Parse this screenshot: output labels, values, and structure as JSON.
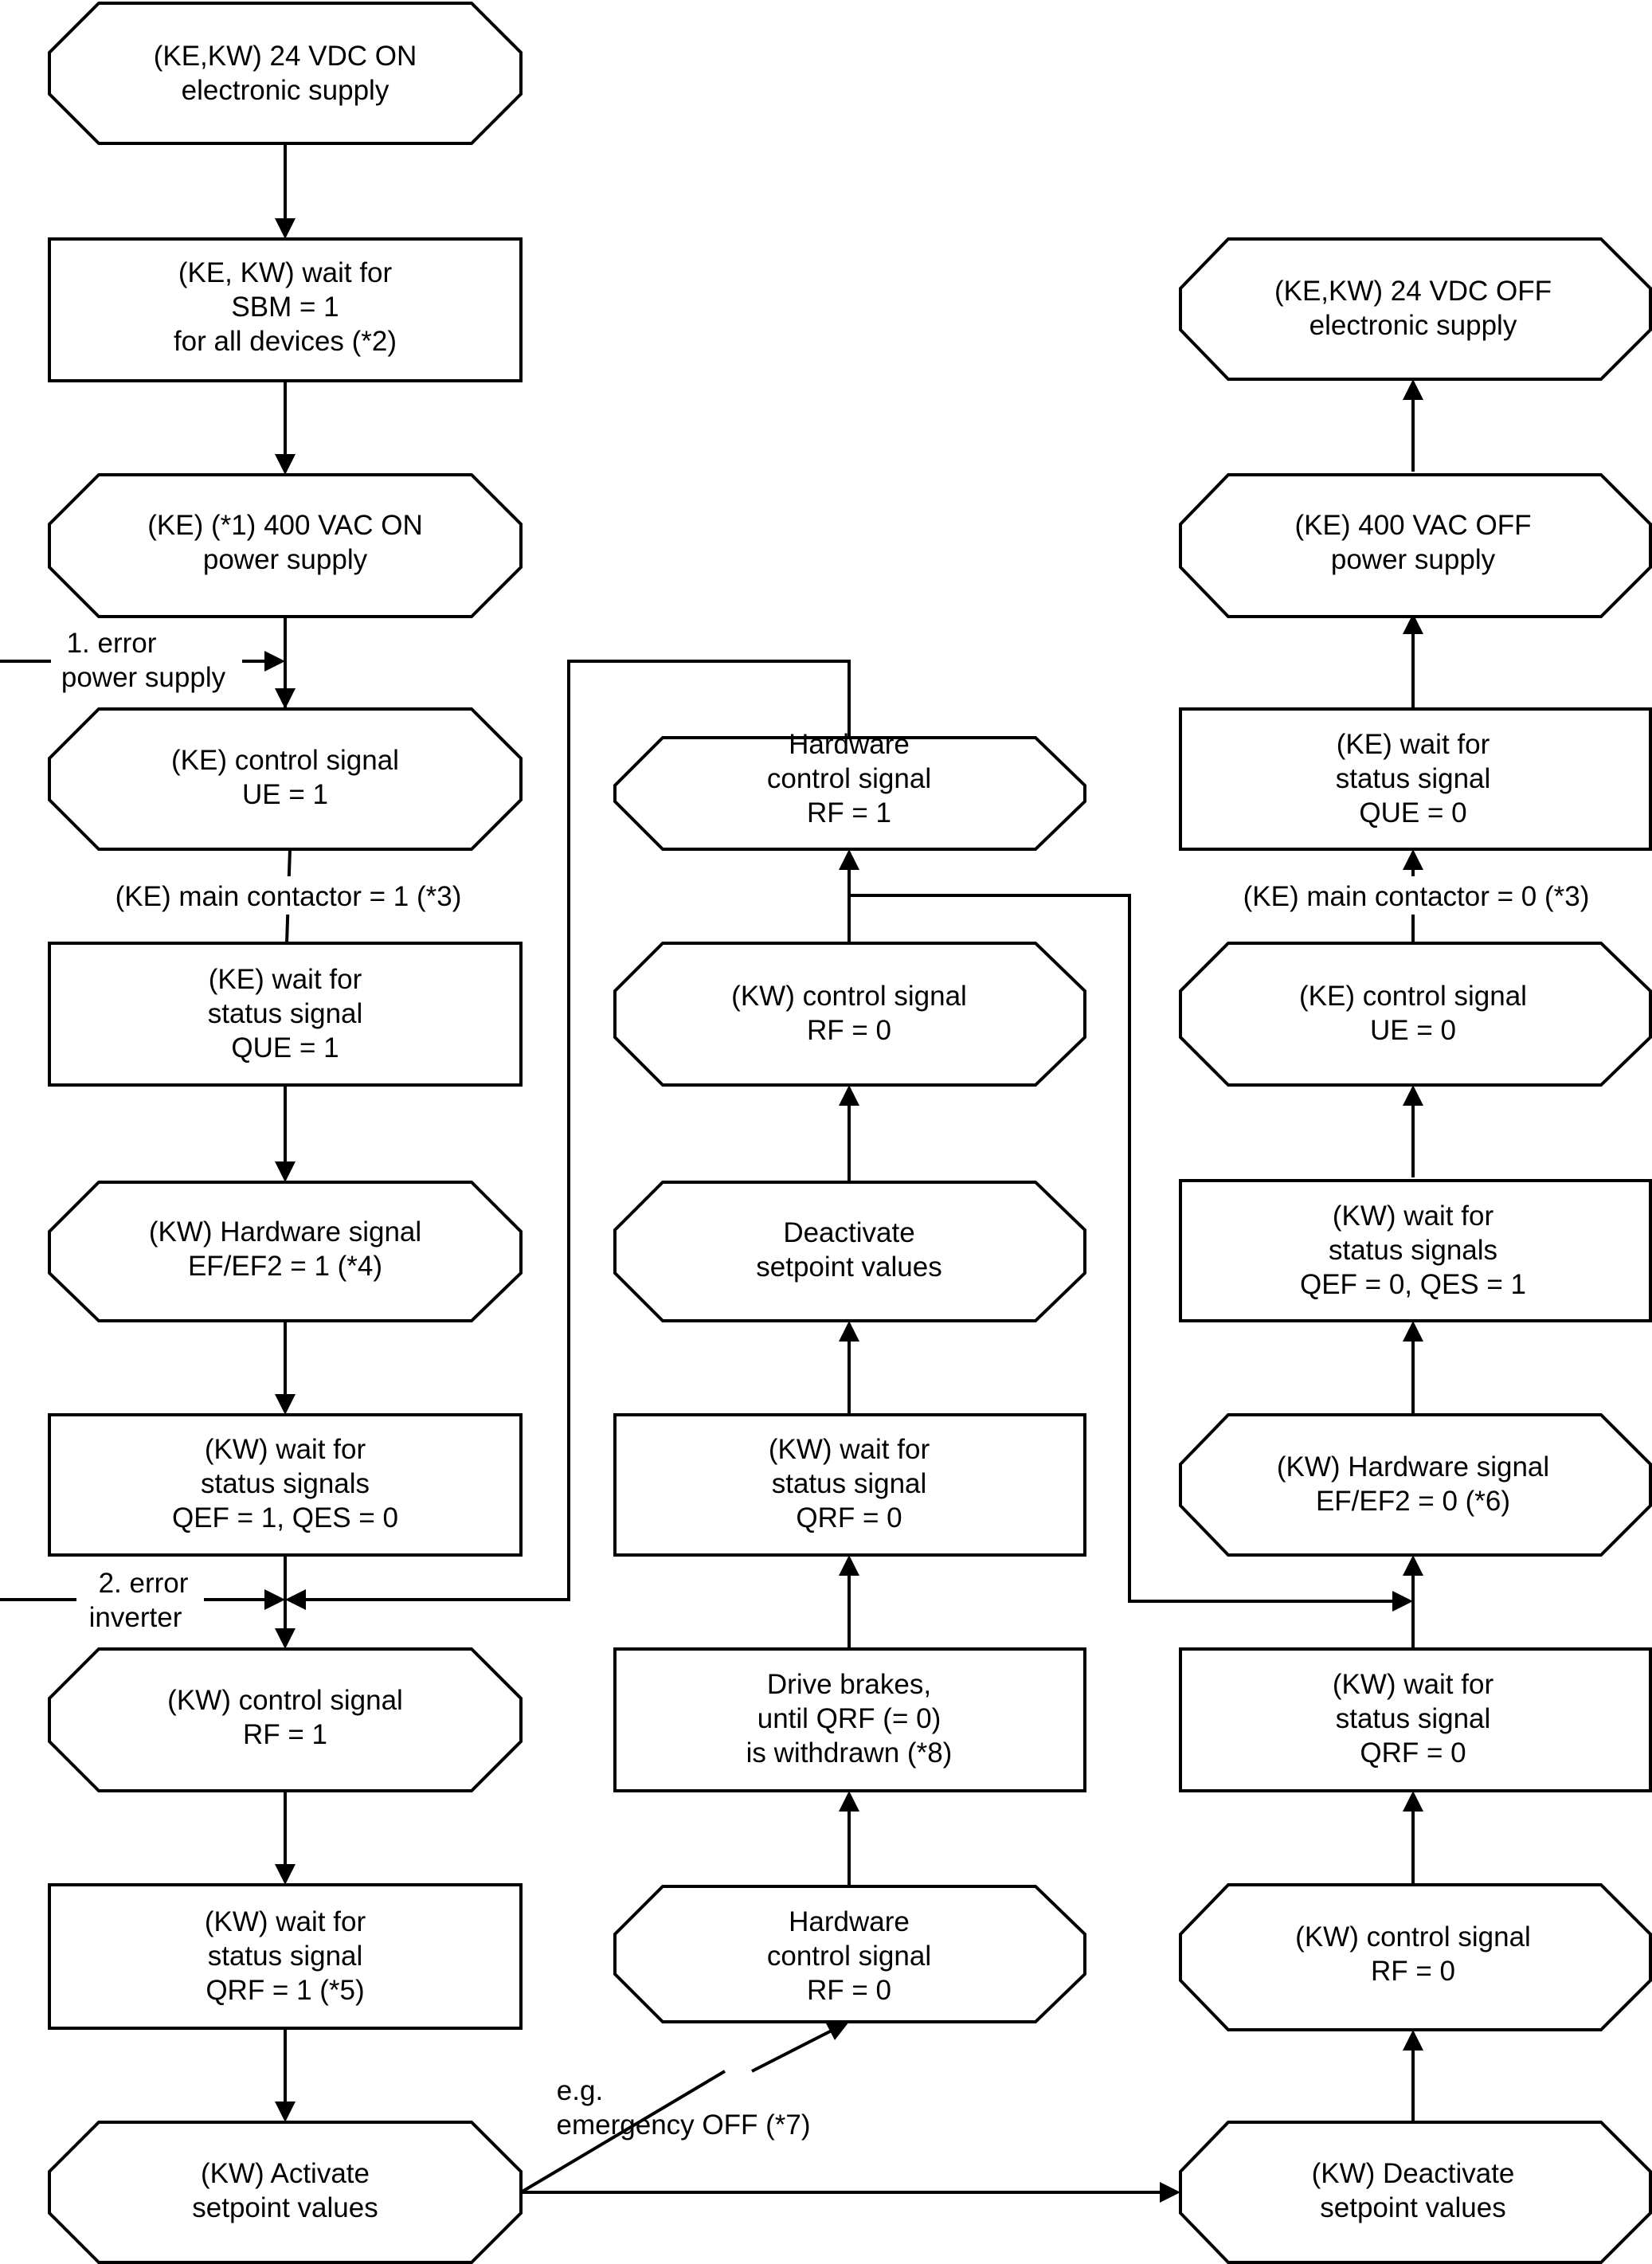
{
  "nodes": {
    "start": {
      "lines": [
        "(KE,KW) 24 VDC ON",
        "electronic supply"
      ]
    },
    "wait_sbm": {
      "lines": [
        "(KE, KW) wait for",
        "SBM = 1",
        "for all devices (*2)"
      ]
    },
    "vac_on": {
      "lines": [
        "(KE) (*1) 400 VAC ON",
        "power supply"
      ]
    },
    "ue1": {
      "lines": [
        "(KE) control signal",
        "UE = 1"
      ]
    },
    "que1": {
      "lines": [
        "(KE) wait for",
        "status signal",
        "QUE = 1"
      ]
    },
    "ef1": {
      "lines": [
        "(KW) Hardware signal",
        "EF/EF2 = 1 (*4)"
      ]
    },
    "qef1": {
      "lines": [
        "(KW) wait for",
        "status signals",
        "QEF = 1, QES = 0"
      ]
    },
    "rf1": {
      "lines": [
        "(KW) control signal",
        "RF = 1"
      ]
    },
    "qrf1": {
      "lines": [
        "(KW) wait for",
        "status signal",
        "QRF = 1 (*5)"
      ]
    },
    "activate": {
      "lines": [
        "(KW) Activate",
        "setpoint values"
      ]
    },
    "hw_rf1": {
      "lines": [
        "Hardware",
        "control signal",
        "RF = 1"
      ]
    },
    "kw_rf0_mid": {
      "lines": [
        "(KW) control signal",
        "RF = 0"
      ]
    },
    "deact_mid": {
      "lines": [
        "Deactivate",
        "setpoint values"
      ]
    },
    "qrf0_mid": {
      "lines": [
        "(KW) wait for",
        "status signal",
        "QRF = 0"
      ]
    },
    "brakes": {
      "lines": [
        "Drive brakes,",
        "until QRF (= 0)",
        "is withdrawn (*8)"
      ]
    },
    "hw_rf0": {
      "lines": [
        "Hardware",
        "control signal",
        "RF = 0"
      ]
    },
    "end": {
      "lines": [
        "(KE,KW) 24 VDC OFF",
        "electronic supply"
      ]
    },
    "vac_off": {
      "lines": [
        "(KE) 400 VAC OFF",
        "power supply"
      ]
    },
    "que0": {
      "lines": [
        "(KE) wait for",
        "status signal",
        "QUE = 0"
      ]
    },
    "ue0": {
      "lines": [
        "(KE) control signal",
        "UE = 0"
      ]
    },
    "qef0": {
      "lines": [
        "(KW) wait for",
        "status signals",
        "QEF = 0, QES = 1"
      ]
    },
    "ef0": {
      "lines": [
        "(KW) Hardware signal",
        "EF/EF2 = 0 (*6)"
      ]
    },
    "qrf0_right": {
      "lines": [
        "(KW) wait for",
        "status signal",
        "QRF = 0"
      ]
    },
    "kw_rf0_right": {
      "lines": [
        "(KW) control signal",
        "RF = 0"
      ]
    },
    "deactivate": {
      "lines": [
        "(KW) Deactivate",
        "setpoint values"
      ]
    }
  },
  "edge_labels": {
    "error1": {
      "lines": [
        "1. error",
        "power supply"
      ]
    },
    "main_on": {
      "lines": [
        "(KE) main contactor = 1 (*3)"
      ]
    },
    "error2": {
      "lines": [
        "2. error",
        "inverter"
      ]
    },
    "emergency": {
      "lines": [
        "e.g.",
        "emergency OFF (*7)"
      ]
    },
    "main_off": {
      "lines": [
        "(KE) main contactor = 0 (*3)"
      ]
    }
  }
}
